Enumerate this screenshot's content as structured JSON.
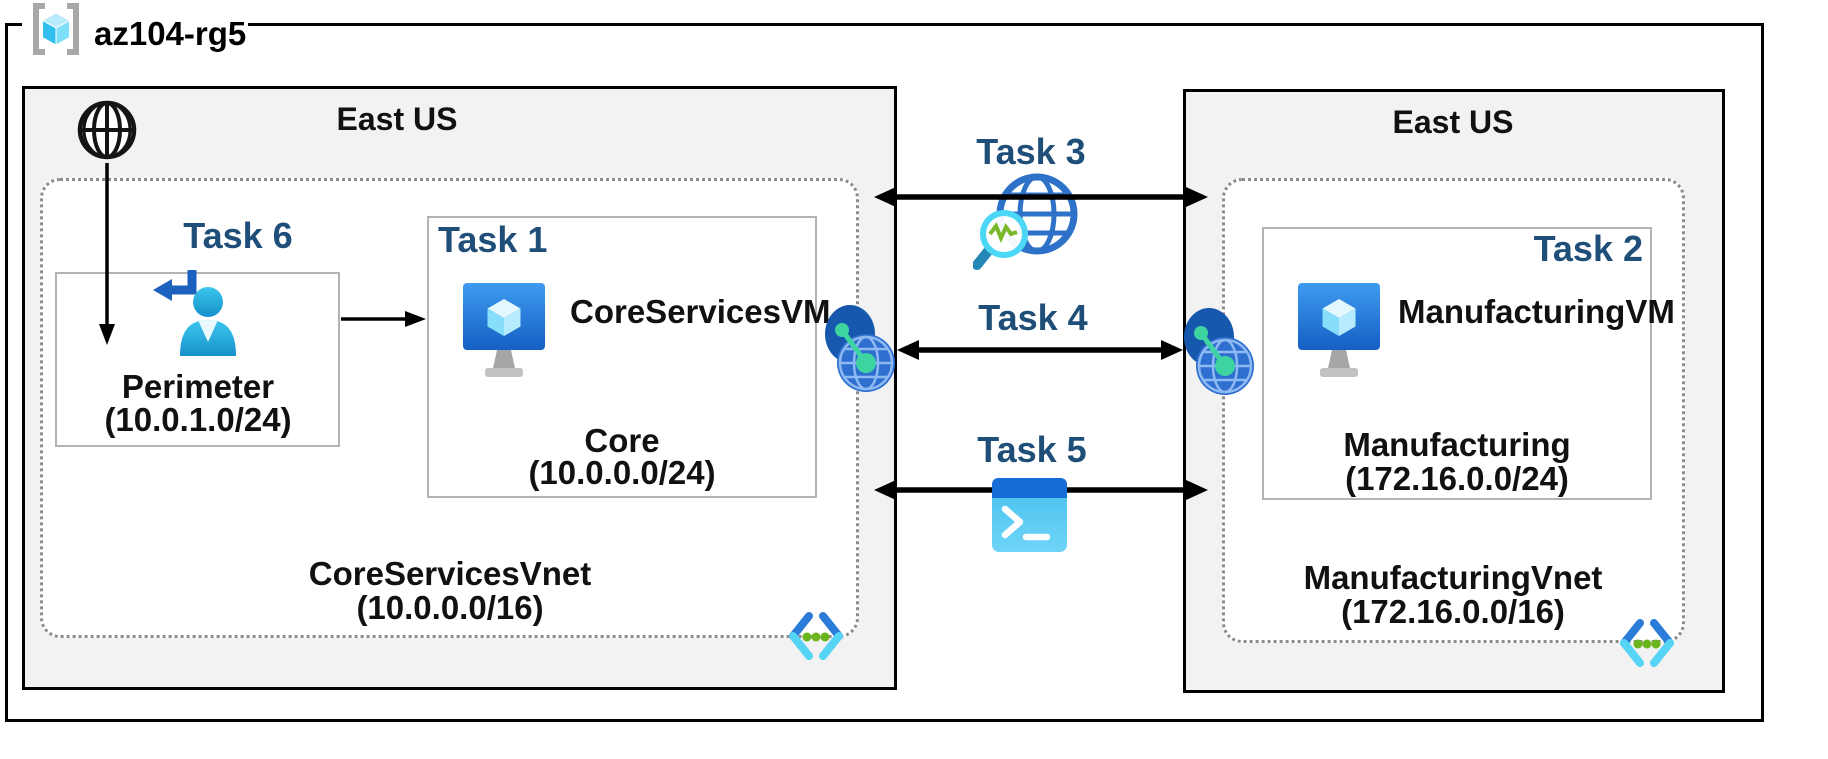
{
  "resource_group": {
    "name": "az104-rg5"
  },
  "regions": {
    "left": {
      "title": "East US"
    },
    "right": {
      "title": "East US"
    }
  },
  "vnets": {
    "core": {
      "name": "CoreServicesVnet",
      "cidr": "(10.0.0.0/16)"
    },
    "manufacturing": {
      "name": "ManufacturingVnet",
      "cidr": "(172.16.0.0/16)"
    }
  },
  "subnets": {
    "perimeter": {
      "name": "Perimeter",
      "cidr": "(10.0.1.0/24)"
    },
    "core": {
      "name": "Core",
      "cidr": "(10.0.0.0/24)"
    },
    "manufacturing": {
      "name": "Manufacturing",
      "cidr": "(172.16.0.0/24)"
    }
  },
  "vms": {
    "core": {
      "name": "CoreServicesVM"
    },
    "manufacturing": {
      "name": "ManufacturingVM"
    }
  },
  "tasks": {
    "task1": {
      "label": "Task 1"
    },
    "task2": {
      "label": "Task 2"
    },
    "task3": {
      "label": "Task 3"
    },
    "task4": {
      "label": "Task 4"
    },
    "task5": {
      "label": "Task 5"
    },
    "task6": {
      "label": "Task 6"
    }
  },
  "icons": [
    "resource-group-icon",
    "internet-globe-icon",
    "inbound-user-icon",
    "virtual-machine-icon",
    "vnet-peering-icon",
    "network-watcher-icon",
    "cloud-shell-icon",
    "code-brackets-icon"
  ],
  "colors": {
    "task_label": "#1f4e79",
    "region_fill": "#f2f2f2",
    "outline": "#000000",
    "subnet_border": "#b3b3b3",
    "vnet_dotted_border": "#8c8c8c",
    "azure_blue": "#2e6fd0",
    "vm_screen_blue": "#1b6fd0",
    "cyan": "#50d7f5",
    "code_green": "#6ab41e",
    "peering_green": "#3ed4a2",
    "watcher_zigzag_green": "#79b829"
  }
}
